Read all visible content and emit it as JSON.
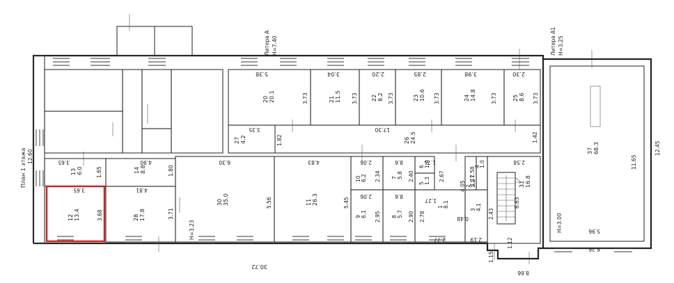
{
  "plan": {
    "floor_label": "План 1 этажа",
    "highlight_color": "#c62828",
    "litera_a": "Литера А",
    "litera_a_height": "H=7.40",
    "litera_a1": "Литера А1",
    "litera_a1_height": "H=3.25",
    "height_left": "H=3.23",
    "height_right": "H=3.00"
  },
  "rooms": {
    "r20": {
      "num": "20",
      "area": "20.1",
      "w": "5.38"
    },
    "r21": {
      "num": "21",
      "area": "11.5",
      "w": "3.04"
    },
    "r22": {
      "num": "22",
      "area": "8.2",
      "w": "2.20"
    },
    "r23": {
      "num": "23",
      "area": "10.6",
      "w": "2.85"
    },
    "r24": {
      "num": "24",
      "area": "14.8",
      "w": "3.98"
    },
    "r25": {
      "num": "25",
      "area": "8.6",
      "w": "2.30"
    },
    "r27": {
      "num": "27",
      "area": "4.2"
    },
    "r26": {
      "num": "26",
      "area": "24.5"
    },
    "r37": {
      "num": "37",
      "area": "68.3"
    },
    "r13": {
      "num": "13",
      "area": "6.0"
    },
    "r14": {
      "num": "14",
      "area": "8.8"
    },
    "r12": {
      "num": "12",
      "area": "13.4"
    },
    "r28": {
      "num": "28",
      "area": "17.8"
    },
    "r30": {
      "num": "30",
      "area": "35.0"
    },
    "r11": {
      "num": "11",
      "area": "26.3"
    },
    "r10": {
      "num": "10",
      "area": "6.2"
    },
    "r7": {
      "num": "7",
      "area": "5.8"
    },
    "r9": {
      "num": "9",
      "area": "6.1"
    },
    "r8": {
      "num": "8",
      "area": "5.7"
    },
    "r6": {
      "num": "6",
      "area": "1.4"
    },
    "r5": {
      "num": "5",
      "area": "1.3"
    },
    "r1": {
      "num": "1",
      "area": "8.1"
    },
    "r2": {
      "num": "2",
      "area": "1.1"
    },
    "r4": {
      "num": "4",
      "area": "1.0"
    },
    "r3": {
      "num": "3",
      "area": "4.1"
    },
    "r31": {
      "num": "31",
      "area": "16.8"
    }
  },
  "dims": {
    "d373a": "3.73",
    "d373b": "3.73",
    "d373c": "3.73",
    "d373d": "3.73",
    "d373e": "3.73",
    "d373f": "3.73",
    "d335": "3.35",
    "d182": "1.82",
    "d1730": "17.30",
    "d142": "1.42",
    "d1260": "12.60",
    "d1165": "11.65",
    "d1245": "12.45",
    "d365a": "3.65",
    "d165": "1.65",
    "d490": "4.90",
    "d180": "1.80",
    "d630": "6.30",
    "d483": "4.83",
    "d206": "2.06",
    "d861": "8.6",
    "d234": "2.34",
    "d175": "1.75",
    "d258": "2.58",
    "d240": "2.40",
    "d267": "2.67",
    "d158": "1.58",
    "d365b": "3.65",
    "d368": "3.68",
    "d481": "4.81",
    "d371": "3.71",
    "d556": "5.56",
    "d545": "5.45",
    "d206b": "2.06",
    "d862": "8.6",
    "d405": "4.05",
    "d127": "1.27",
    "d295": "2.95",
    "d290": "2.90",
    "d278": "2.78",
    "d117": "1.17",
    "d048": "0.48",
    "d243": "2.43",
    "d663": "6.63",
    "d277": "2.77",
    "d219": "2.19",
    "d112": "1.12",
    "d115": "1.15",
    "d3072": "30.72",
    "d866": "8.66",
    "d596": "5.96",
    "d626": "6.26"
  }
}
